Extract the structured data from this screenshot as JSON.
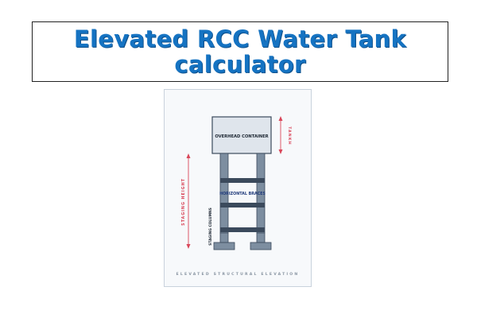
{
  "page": {
    "title_line1": "Elevated RCC Water Tank",
    "title_line2": "calculator"
  },
  "diagram": {
    "container_label": "OVERHEAD CONTAINER",
    "tank_label": "TANKH",
    "staging_label": "STAGING HEIGHT",
    "braces_label": "HORIZONTAL BRACES",
    "columns_label": "STAGING COLUMNS",
    "caption": "ELEVATED STRUCTURAL ELEVATION",
    "colors": {
      "accent_title": "#1573c2",
      "structure_fill": "#7d8ea0",
      "structure_dark": "#3b4a5c",
      "container_fill": "#dfe5ec",
      "dimension_red": "#d9475a",
      "caption_text": "#8a96a3",
      "brace_text": "#1f3a7a"
    }
  }
}
